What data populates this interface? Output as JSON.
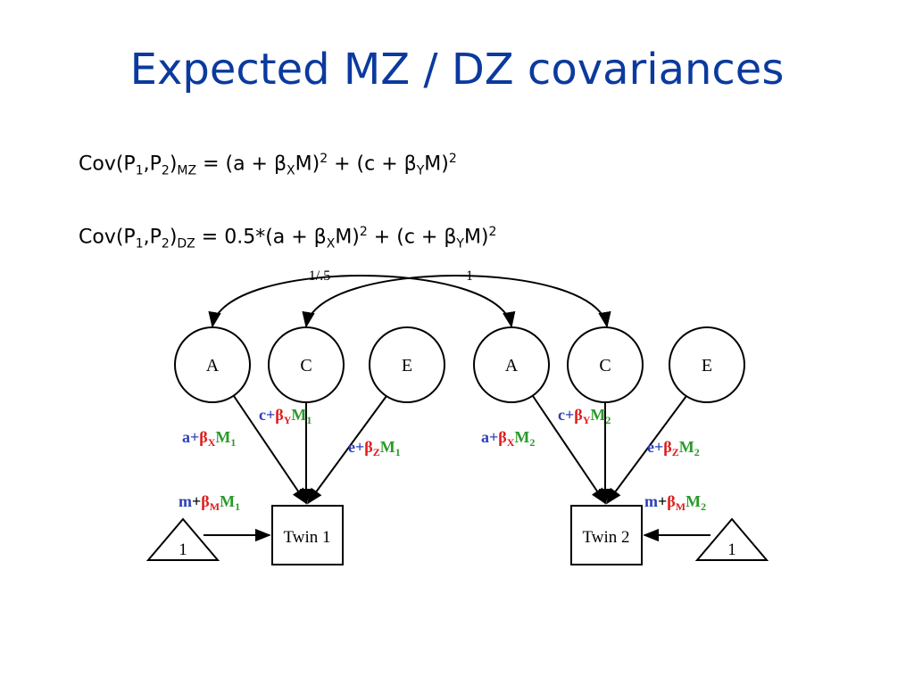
{
  "title": "Expected MZ / DZ covariances",
  "equations": {
    "mz": {
      "lhs": "Cov(P",
      "sub1": "1",
      "comma": ",P",
      "sub2": "2",
      "close": ")",
      "group": "MZ",
      "rhs_a": " =  (a + β",
      "bx": "X",
      "m1": "M)",
      "sq1": "2",
      "plus": " + (c + β",
      "by": "Y",
      "m2": "M)",
      "sq2": "2"
    },
    "dz": {
      "lhs": "Cov(P",
      "sub1": "1",
      "comma": ",P",
      "sub2": "2",
      "close": ")",
      "group": "DZ",
      "rhs_a": " =  0.5*(a + β",
      "bx": "X",
      "m1": "M)",
      "sq1": "2",
      "plus": " + (c + β",
      "by": "Y",
      "m2": "M)",
      "sq2": "2"
    }
  },
  "diagram": {
    "cor_a": "1/.5",
    "cor_c": "1",
    "twin1": {
      "A": "A",
      "C": "C",
      "E": "E",
      "box": "Twin 1",
      "tri": "1",
      "path_a": {
        "p": "a",
        "op": "+",
        "b": "β",
        "s": "X",
        "m": "M",
        "n": "1"
      },
      "path_c": {
        "p": "c",
        "op": "+",
        "b": "β",
        "s": "Y",
        "m": "M",
        "n": "1"
      },
      "path_e": {
        "p": "e",
        "op": "+",
        "b": "β",
        "s": "Z",
        "m": "M",
        "n": "1"
      },
      "path_m": {
        "p": "m",
        "op": "+",
        "b": "β",
        "s": "M",
        "m": "M",
        "n": "1"
      }
    },
    "twin2": {
      "A": "A",
      "C": "C",
      "E": "E",
      "box": "Twin 2",
      "tri": "1",
      "path_a": {
        "p": "a",
        "op": "+",
        "b": "β",
        "s": "X",
        "m": "M",
        "n": "2"
      },
      "path_c": {
        "p": "c",
        "op": "+",
        "b": "β",
        "s": "Y",
        "m": "M",
        "n": "2"
      },
      "path_e": {
        "p": "e",
        "op": "+",
        "b": "β",
        "s": "Z",
        "m": "M",
        "n": "2"
      },
      "path_m": {
        "p": "m",
        "op": "+",
        "b": "β",
        "s": "M",
        "m": "M",
        "n": "2"
      }
    },
    "colors": {
      "title": "#0b3a9e",
      "path_letter": "#2c3fb8",
      "beta": "#e01b1b",
      "moderator": "#2a9a2a"
    }
  }
}
